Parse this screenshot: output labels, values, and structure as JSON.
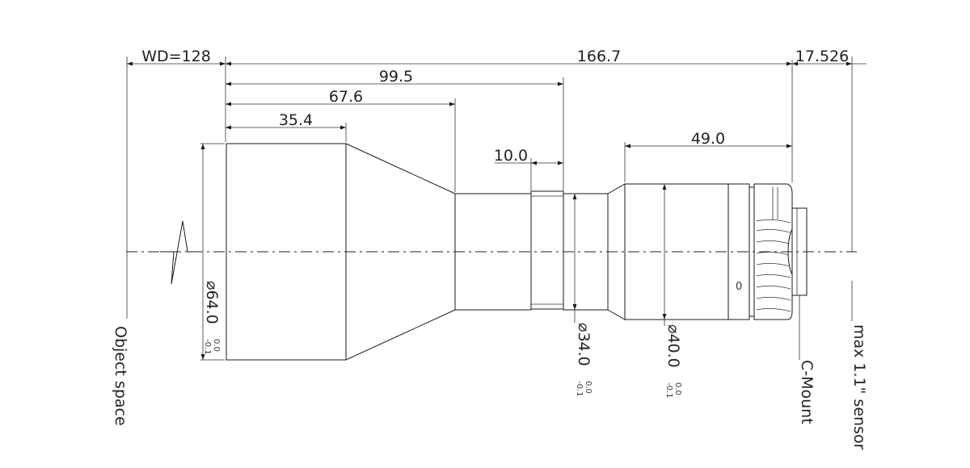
{
  "dimensions": {
    "wd": "WD=128",
    "total_length": "166.7",
    "flange_back": "17.526",
    "len_995": "99.5",
    "len_676": "67.6",
    "len_354": "35.4",
    "len_100": "10.0",
    "len_490": "49.0",
    "dia_640": "64.0",
    "dia_340": "34.0",
    "dia_400": "40.0",
    "dia_symbol": "⌀",
    "tol_upper": "0.0",
    "tol_lower": "-0.1"
  },
  "labels": {
    "object_space": "Object space",
    "c_mount": "C-Mount",
    "sensor": "max 1.1\" sensor",
    "ring_mark": "0"
  }
}
